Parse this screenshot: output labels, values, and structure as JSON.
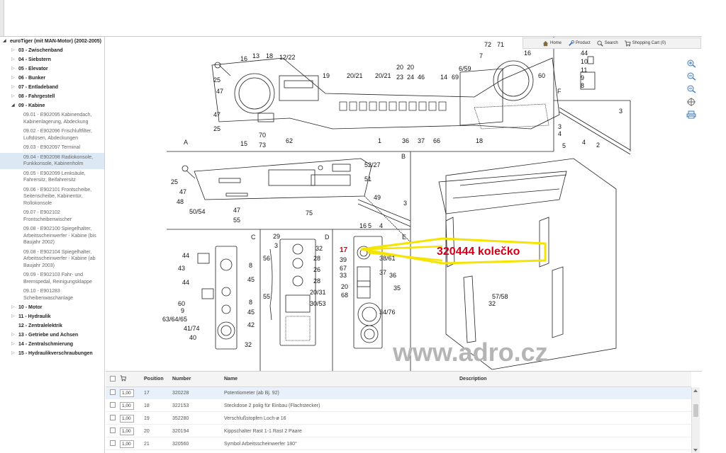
{
  "sidebar": {
    "root": "euroTiger (mit MAN-Motor) (2002-2005)",
    "items_top": [
      "03 - Zwischenband",
      "04 - Siebstern",
      "05 - Elevator",
      "06 - Bunker",
      "07 - Entladeband",
      "08 - Fahrgestell"
    ],
    "expanded": "09 - Kabine",
    "subitems": [
      "09.01 - E902095 Kabinendach, Kabinenlagerung, Abdeckung",
      "09.02 - E902096 Frischluftfilter, Luftdüsen, Abdeckungen",
      "09.03 - E902097 Terminal",
      "09.04 - E902098 Radiokonsole, Funkkonsole, Kabinenholm",
      "09.05 - E902099 Lenksäule, Fahrersitz, Beifahrersitz",
      "09.06 - E902101 Frontscheibe, Seitenscheibe, Kabinentür, Rollokonsole",
      "09.07 - E902102 Frontscheibenwischer",
      "09.08 - E902100 Spiegelhalter, Arbeitsscheinwerfer - Kabine (bis Baujahr 2002)",
      "09.08 - E902104 Spiegelhalter, Arbeitsscheinwerfer - Kabine (ab Baujahr 2003)",
      "09.09 - E902103 Fahr- und Bremspedal, Reinigungsklappe",
      "09.10 - E901283 Scheibenwaschanlage"
    ],
    "items_bottom": [
      "10 - Motor",
      "11 - Hydraulik",
      "12 - Zentralelektrik",
      "13 - Getriebe und Achsen",
      "14 - Zentralschmierung",
      "15 - Hydraulikverschraubungen"
    ]
  },
  "toolbar": {
    "home": "Home",
    "product": "Product",
    "search": "Search",
    "cart": "Shopping Cart (0)"
  },
  "diagram": {
    "annotation": "320444 kolečko",
    "watermark": "www.adro.cz",
    "panel_letters": [
      "A",
      "B",
      "C",
      "D",
      "E",
      "F"
    ],
    "colors": {
      "annotation": "#d4001a",
      "highlight": "#f5e400",
      "watermark": "#b5b5b5"
    }
  },
  "table": {
    "headers": {
      "position": "Position",
      "number": "Number",
      "name": "Name",
      "description": "Description"
    },
    "rows": [
      {
        "qty": "1,00",
        "position": "17",
        "number": "320228",
        "name": "Potentiometer (ab Bj. 92)",
        "description": ""
      },
      {
        "qty": "1,00",
        "position": "18",
        "number": "322153",
        "name": "Steckdose 2 polig für Einbau (Flachstecker)",
        "description": ""
      },
      {
        "qty": "1,00",
        "position": "19",
        "number": "352280",
        "name": "Verschlußstopfen Loch-ø 16",
        "description": ""
      },
      {
        "qty": "1,00",
        "position": "20",
        "number": "320194",
        "name": "Kippschalter Rast 1-1 Rast 2 Paare",
        "description": ""
      },
      {
        "qty": "1,00",
        "position": "21",
        "number": "320560",
        "name": "Symbol Arbeitsscheinwerfer 180°",
        "description": ""
      }
    ]
  }
}
